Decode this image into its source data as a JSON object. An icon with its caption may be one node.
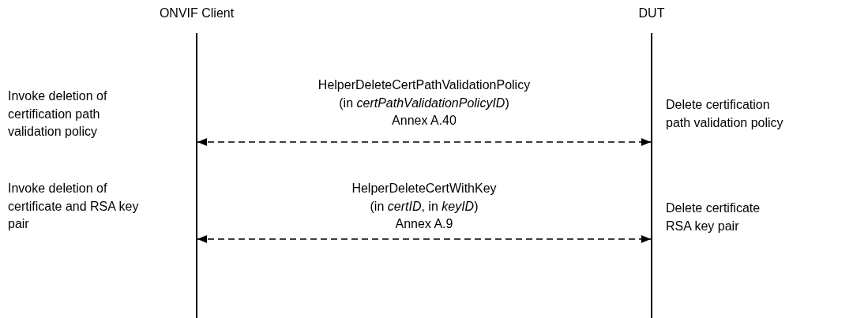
{
  "diagram": {
    "nodes": [
      {
        "text": [
          "ONVIF Client"
        ]
      },
      {
        "text": [
          "DUT"
        ]
      }
    ],
    "edges": [
      {
        "from": 0,
        "to": 1,
        "arrow": "both",
        "style": "dashed",
        "label": "HelperDeleteCertPathValidationPolicy (in *certPathValidationPolicyID*) Annex A.40"
      },
      {
        "from": 0,
        "to": 1,
        "arrow": "both",
        "style": "dashed",
        "label": "HelperDeleteCertWithKey (in *certID*, in *keyID*) Annex A.9"
      }
    ],
    "labels": [
      "Invoke deletion of certification path validation policy",
      "Delete certification path validation policy",
      "Invoke deletion of certificate and RSA key pair",
      "Delete certificate RSA key pair"
    ]
  }
}
